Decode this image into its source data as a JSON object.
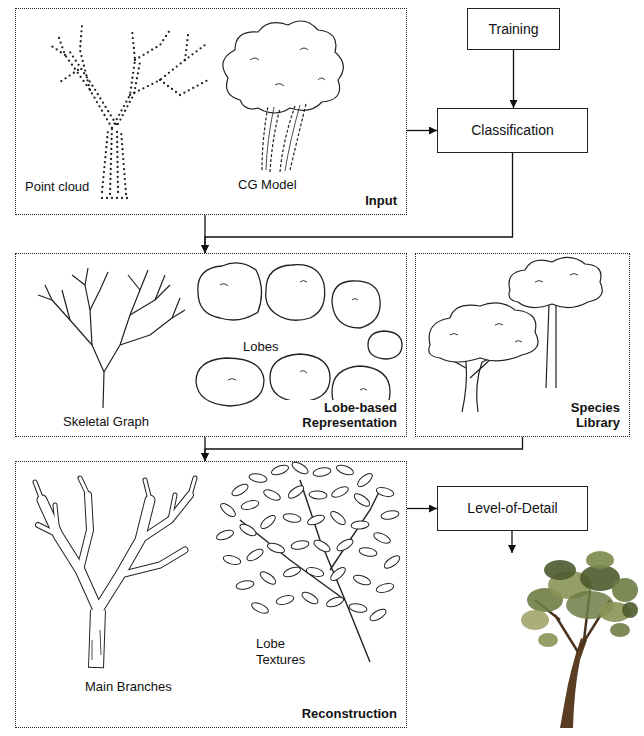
{
  "diagram": {
    "nodes": [
      {
        "text": [
          "Point cloud",
          "CG Model",
          "Input"
        ]
      },
      {
        "text": [
          "Training"
        ]
      },
      {
        "text": [
          "Classification"
        ]
      },
      {
        "text": [
          "Skeletal Graph",
          "Lobes",
          "Lobe-based Representation"
        ]
      },
      {
        "text": [
          "Species Library"
        ]
      },
      {
        "text": [
          "Main Branches",
          "Lobe Textures",
          "Reconstruction"
        ]
      },
      {
        "text": [
          "Level-of-Detail"
        ]
      }
    ],
    "edges": [
      {
        "from": 1,
        "to": 2,
        "arrow": "to"
      },
      {
        "from": 0,
        "to": 2,
        "arrow": "to"
      },
      {
        "from": 0,
        "to": 3,
        "arrow": "to"
      },
      {
        "from": 2,
        "to": 3,
        "arrow": "to"
      },
      {
        "from": 3,
        "to": 5,
        "arrow": "to"
      },
      {
        "from": 4,
        "to": 5,
        "arrow": "to"
      },
      {
        "from": 5,
        "to": 6,
        "arrow": "to"
      }
    ]
  }
}
